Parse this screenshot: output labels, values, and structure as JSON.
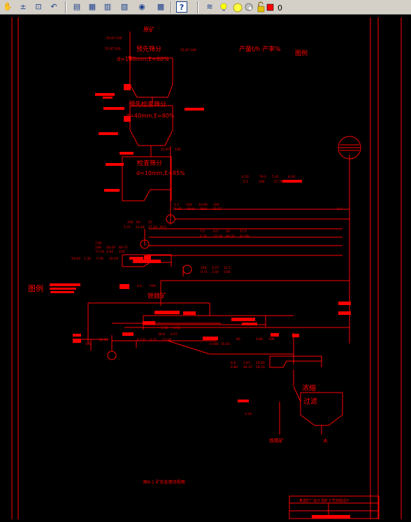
{
  "toolbar": {
    "tools": [
      {
        "id": "pan-realtime",
        "icon": "pan-icon",
        "glyph": "✋"
      },
      {
        "id": "zoom-realtime",
        "icon": "zoom-realtime-icon",
        "glyph": "±"
      },
      {
        "id": "zoom-window",
        "icon": "zoom-window-icon",
        "glyph": "⊡"
      },
      {
        "id": "zoom-previous",
        "icon": "zoom-previous-icon",
        "glyph": "↶"
      },
      {
        "id": "properties",
        "icon": "properties-icon",
        "glyph": "▤"
      },
      {
        "id": "design-center",
        "icon": "design-center-icon",
        "glyph": "▦"
      },
      {
        "id": "tool-palettes",
        "icon": "tool-palettes-icon",
        "glyph": "▥"
      },
      {
        "id": "sheet-set",
        "icon": "sheet-set-icon",
        "glyph": "▧"
      },
      {
        "id": "markup",
        "icon": "markup-icon",
        "glyph": "◉"
      },
      {
        "id": "calculator",
        "icon": "calculator-icon",
        "glyph": "▩"
      },
      {
        "id": "help",
        "icon": "help-icon",
        "glyph": "?"
      },
      {
        "id": "layer-manager",
        "icon": "layer-manager-icon",
        "glyph": "≋"
      }
    ],
    "layer_state_icons": [
      "lightbulb-on-icon",
      "sun-thaw-icon",
      "viewport-freeze-icon",
      "padlock-unlock-icon"
    ],
    "layer_color": "#ff0000",
    "current_layer": "0"
  },
  "colors": {
    "line": "#ff0000",
    "background": "#000000"
  },
  "drawing": {
    "feed_label": "原矿",
    "screen1_title": "预先筛分",
    "screen1_spec": "d=100mm,E=60%",
    "screen2_title": "预先检查筛分",
    "screen2_spec": "d=40mm,E=80%",
    "screen3_title": "检查筛分",
    "screen3_spec": "d=10mm,E=85%",
    "legend_header": "产量t/h  产率%",
    "legend_tag": "图例",
    "legend_left": "图例",
    "magnetic_label": "铁精矿",
    "thickening_label": "浓缩",
    "filtering_label": "过滤",
    "concentrate_label": "铁精矿",
    "water_label": "水",
    "small_labels": {
      "t01": "55.87",
      "t02": "100",
      "t03": "55.87",
      "t04": "100",
      "t05": "55.87",
      "t06": "100",
      "t07": "22.87",
      "t08": "100",
      "t09": "4.52",
      "t10": "76.2",
      "t11": "7.41",
      "t12": "8.19",
      "t13": "0.1",
      "t14": "100",
      "t15": "57.76",
      "t16": "55.88",
      "t17": "1.1",
      "t18": "100",
      "t19": "10.95",
      "t20": "100",
      "t21": "16.65",
      "t22": "69.8",
      "t23": "18.0",
      "t24": "12.57",
      "t25": "2.4",
      "t26": "100",
      "t27": "83",
      "t28": "20",
      "t29": "5.71",
      "t30": "23.44",
      "t31": "27.19",
      "t32": "20.5",
      "t33": "7.5",
      "t34": "0.5",
      "t35": "16",
      "t36": "17.2",
      "t37": "0.74",
      "t38": "33.18",
      "t39": "46.76",
      "t40": "41.99",
      "t41": "7.81",
      "t42": "100",
      "t43": "18.43",
      "t44": "60.71",
      "t45": "77.54",
      "t46": "4.64",
      "t47": "100",
      "t48": "23.03",
      "t49": "1.30",
      "t50": "5.56",
      "t51": "20.19",
      "t52": "100",
      "t53": "4.27",
      "t54": "12.5",
      "t55": "0.71",
      "t56": "2.04",
      "t57": "0.81",
      "t58": "0.2",
      "t59": "100",
      "t60": "5.34",
      "t61": "0.51",
      "t62": "30.9",
      "t63": "0.57",
      "t64": "0.237",
      "t65": "0.72",
      "t66": "15.06",
      "t67": "100",
      "t68": "81.93",
      "t69": "0.566",
      "t70": "35.03",
      "t71": "60",
      "t72": "0.66",
      "t73": "100",
      "t74": "6.8",
      "t75": "3.67",
      "t76": "10.95",
      "t77": "4.80",
      "t78": "44.37",
      "t79": "18.52",
      "t80": "3.24"
    },
    "caption": "图4-1  矿石处理流程图",
    "title_block": "某选矿厂设计  选矿工艺流程设计"
  }
}
